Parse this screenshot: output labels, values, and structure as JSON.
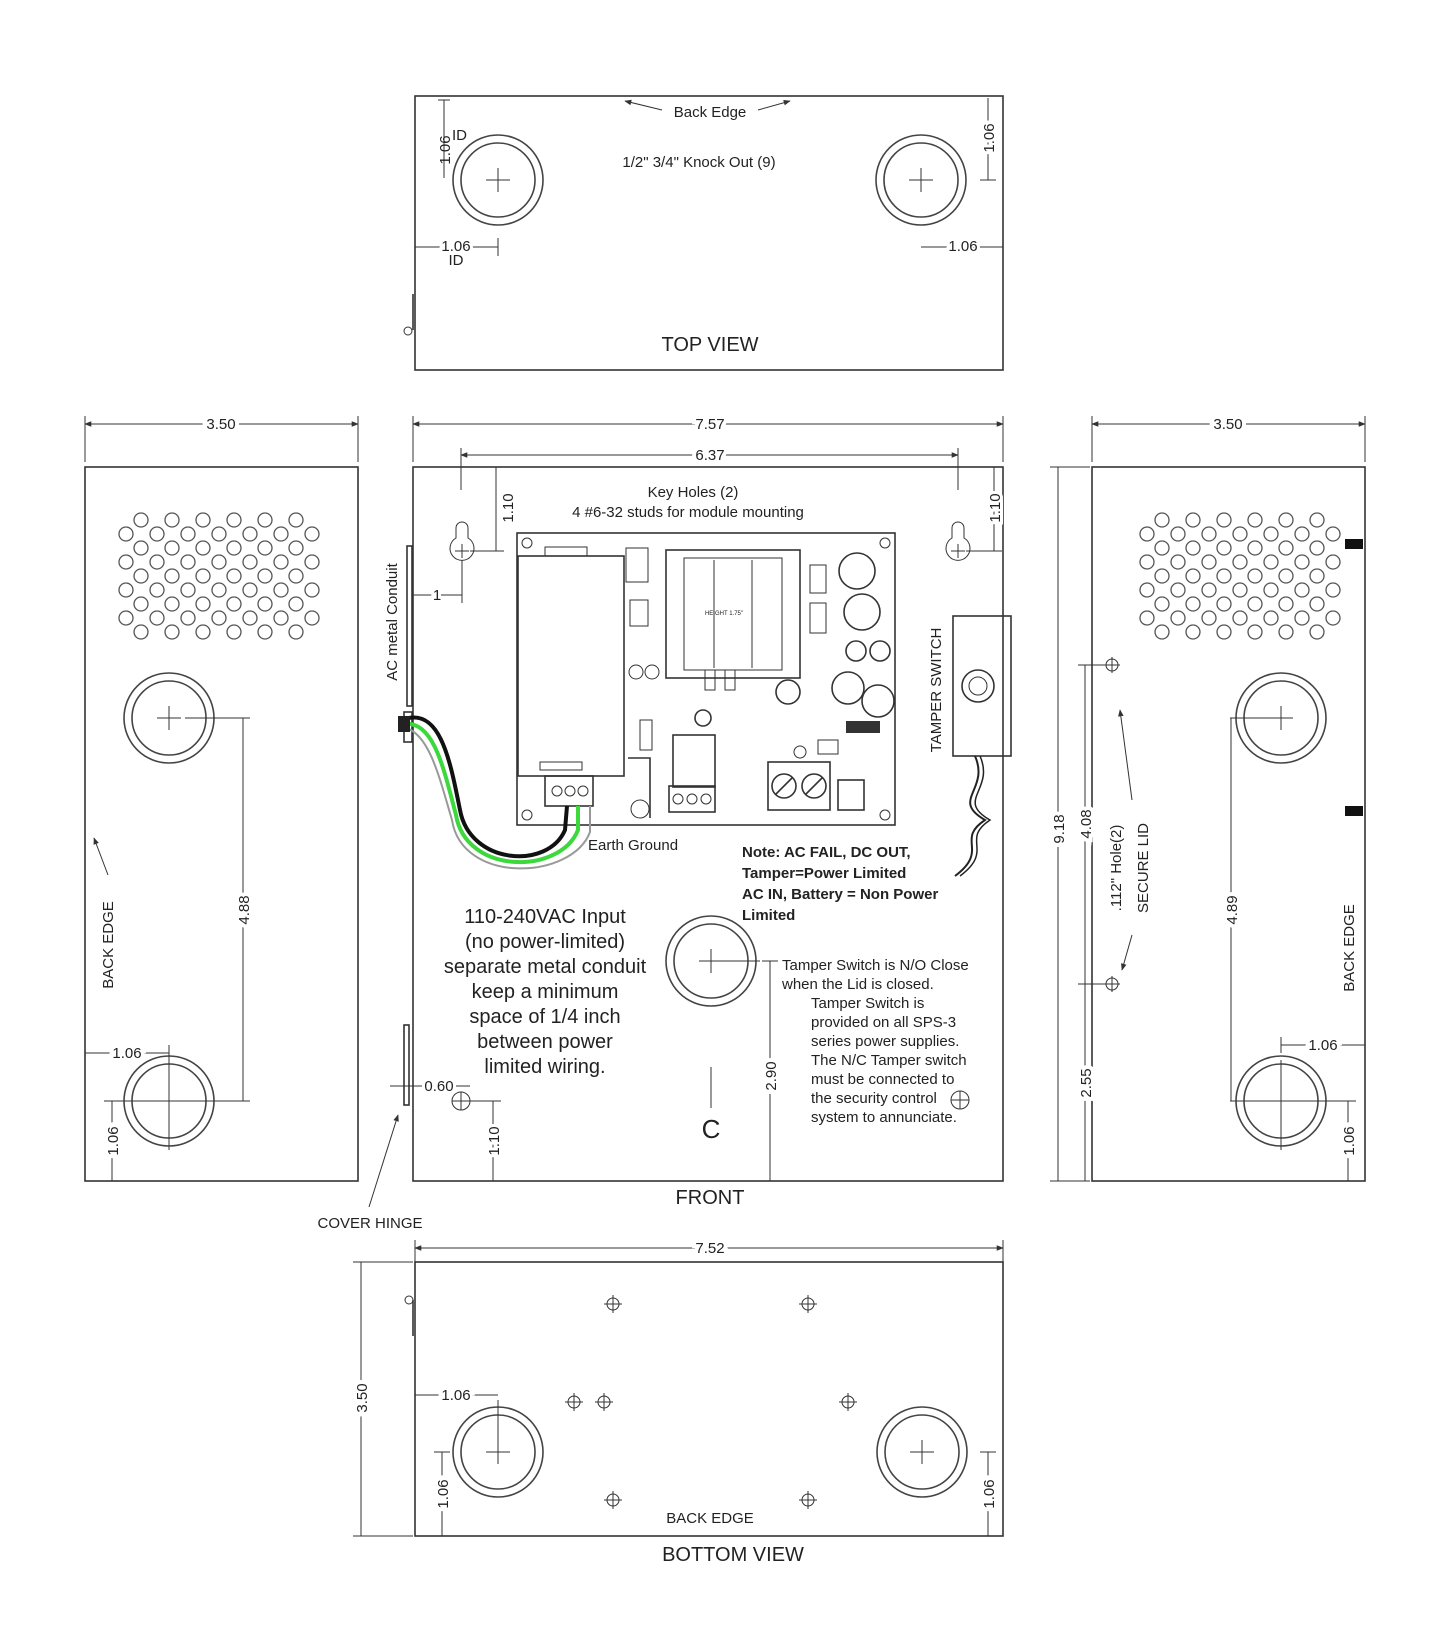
{
  "top_view": {
    "title": "TOP VIEW",
    "back_edge": "Back Edge",
    "knockout_note": "1/2\" 3/4\" Knock Out (9)",
    "dim_106": "1.06",
    "dim_id": "ID"
  },
  "left_side": {
    "width": "3.50",
    "height_488": "4.88",
    "dim_106": "1.06",
    "back_edge": "BACK EDGE"
  },
  "front": {
    "title": "FRONT",
    "width_757": "7.57",
    "width_637": "6.37",
    "keyhole_note_1": "Key Holes (2)",
    "keyhole_note_2": "4 #6-32 studs for module mounting",
    "dim_110": "1.10",
    "dim_1": "1",
    "dim_060": "0.60",
    "dim_290": "2.90",
    "conduit": "AC metal Conduit",
    "tamper": "TAMPER SWITCH",
    "earth_ground": "Earth Ground",
    "input_lines": [
      "110-240VAC Input",
      "(no power-limited)",
      "separate metal conduit",
      "keep a minimum",
      "space of 1/4 inch",
      "between power",
      "limited wiring."
    ],
    "note_lines": [
      "Note: AC FAIL, DC OUT,",
      "Tamper=Power Limited",
      "AC IN, Battery = Non Power",
      "Limited"
    ],
    "tamper_note_lines": [
      "Tamper Switch is N/O Close",
      "when the Lid is closed.",
      "Tamper Switch is",
      "provided on all SPS-3",
      "series power supplies.",
      "The N/C Tamper switch",
      "must be connected to",
      "the security control",
      "system to annunciate."
    ],
    "c_mark": "C",
    "cover_hinge": "COVER HINGE",
    "board_height": "HEIGHT 1.75\""
  },
  "right_side": {
    "width": "3.50",
    "height_918": "9.18",
    "height_408": "4.08",
    "height_255": "2.55",
    "height_489": "4.89",
    "dim_106": "1.06",
    "hole_note": ".112\" Hole(2)",
    "secure_lid": "SECURE LID",
    "back_edge": "BACK EDGE"
  },
  "bottom_view": {
    "title": "BOTTOM VIEW",
    "width": "7.52",
    "height": "3.50",
    "dim_106": "1.06",
    "back_edge": "BACK EDGE"
  }
}
